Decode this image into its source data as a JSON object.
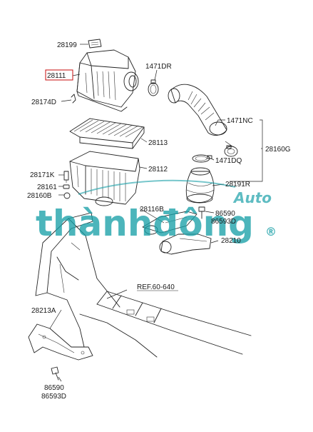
{
  "labels": {
    "p28199": "28199",
    "p28111": "28111",
    "p28174D": "28174D",
    "p1471DR": "1471DR",
    "p1471NC": "1471NC",
    "p28160G": "28160G",
    "p28113": "28113",
    "p28112": "28112",
    "p28171K": "28171K",
    "p28161": "28161",
    "p28160B": "28160B",
    "p1471DQ": "1471DQ",
    "p28191R": "28191R",
    "p28116B": "28116B",
    "p86590a": "86590",
    "p86593Da": "86593D",
    "p28210": "28210",
    "ref": "REF.60-640",
    "p28213A": "28213A",
    "p86590b": "86590",
    "p86593Db": "86593D"
  },
  "watermark": {
    "brand": "thànhđông",
    "suffix": "Auto",
    "mark": "®",
    "color": "#1aa0a8"
  },
  "colors": {
    "highlight_box": "#cc2222",
    "line": "#222222"
  }
}
